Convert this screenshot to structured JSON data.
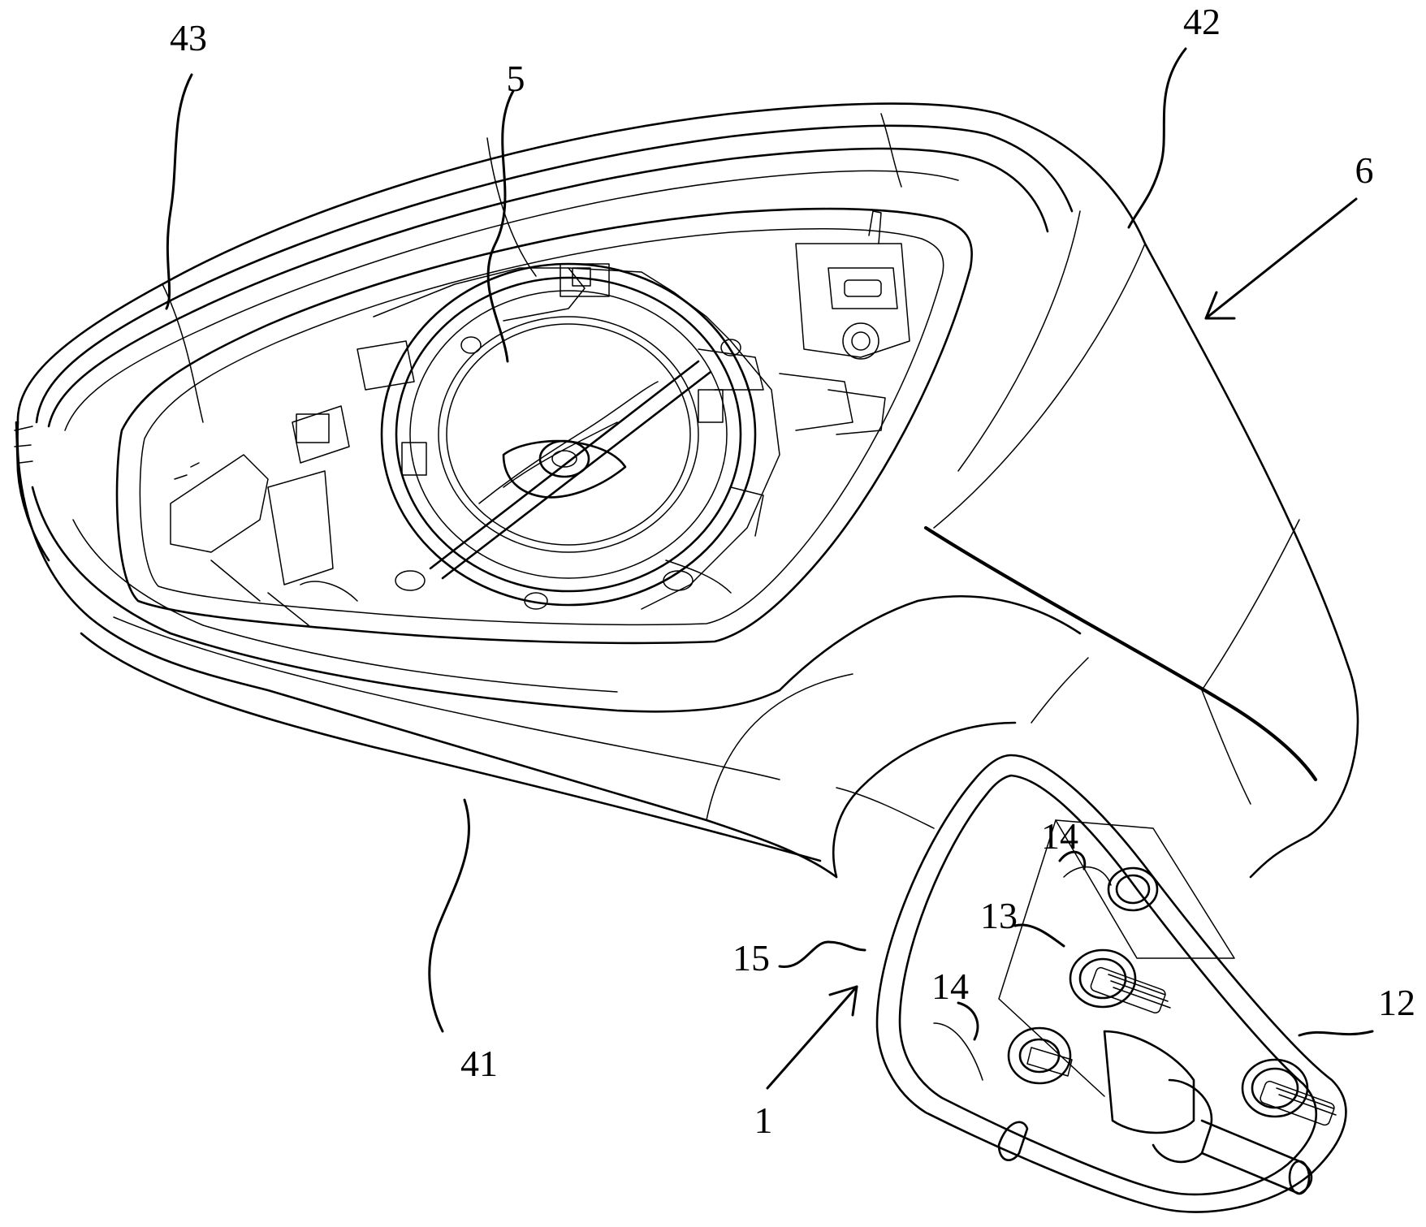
{
  "labels": {
    "l43": "43",
    "l5": "5",
    "l42": "42",
    "l6": "6",
    "l41": "41",
    "l14a": "14",
    "l13": "13",
    "l14b": "14",
    "l15": "15",
    "l12": "12",
    "l1": "1"
  }
}
